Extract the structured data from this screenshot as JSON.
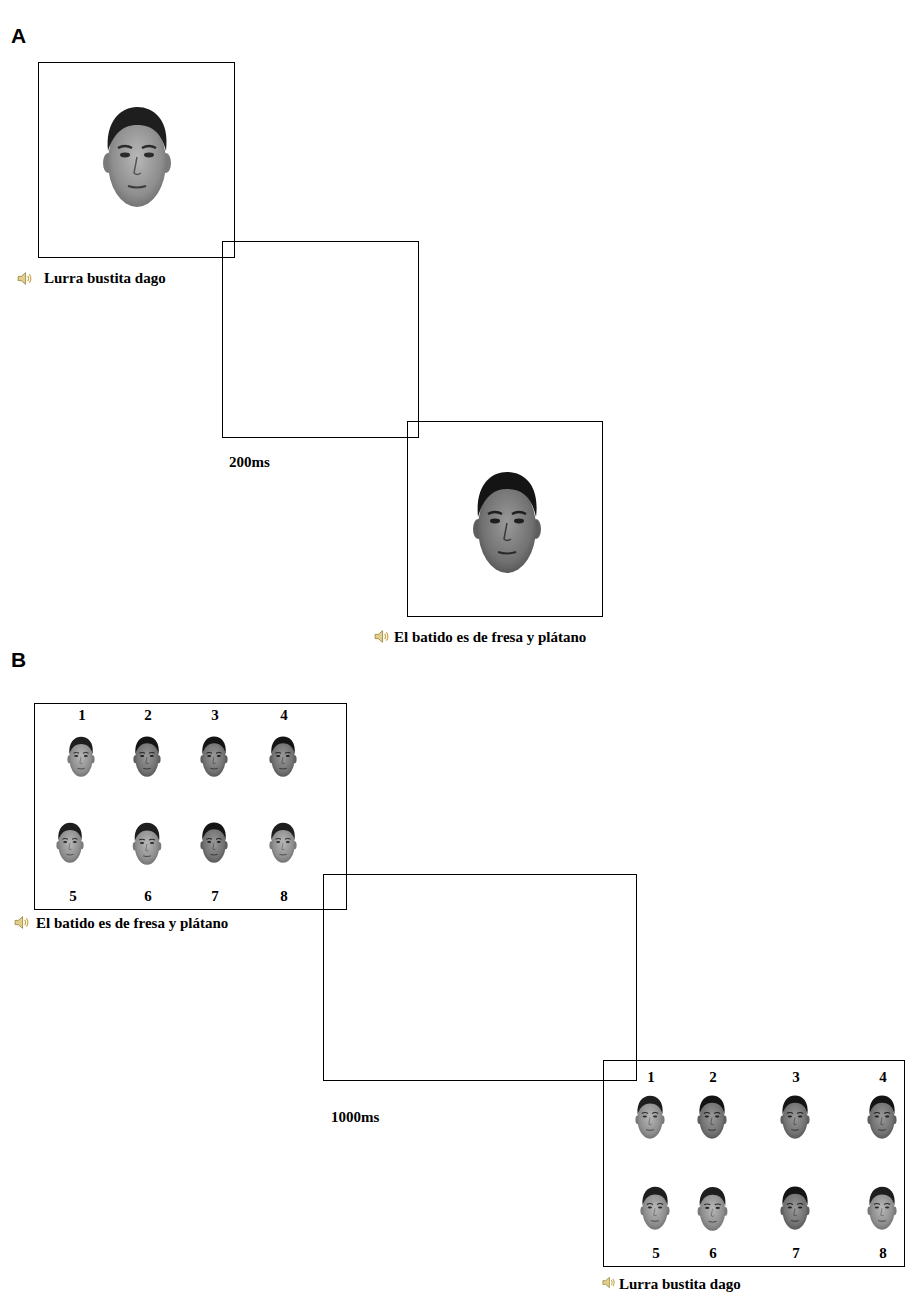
{
  "diagram": {
    "nodes": [
      {
        "text": [
          "Lurra bustita dago"
        ]
      },
      {
        "text": [
          "200ms"
        ]
      },
      {
        "text": [
          "El batido es de fresa y plátano"
        ]
      },
      {
        "text": [
          "1",
          "2",
          "3",
          "4",
          "5",
          "6",
          "7",
          "8",
          "El batido es de fresa y plátano"
        ]
      },
      {
        "text": [
          "1000ms"
        ]
      },
      {
        "text": [
          "1",
          "2",
          "3",
          "4",
          "5",
          "6",
          "7",
          "8",
          "Lurra bustita dago"
        ]
      }
    ],
    "labels": [
      "A",
      "B"
    ]
  }
}
